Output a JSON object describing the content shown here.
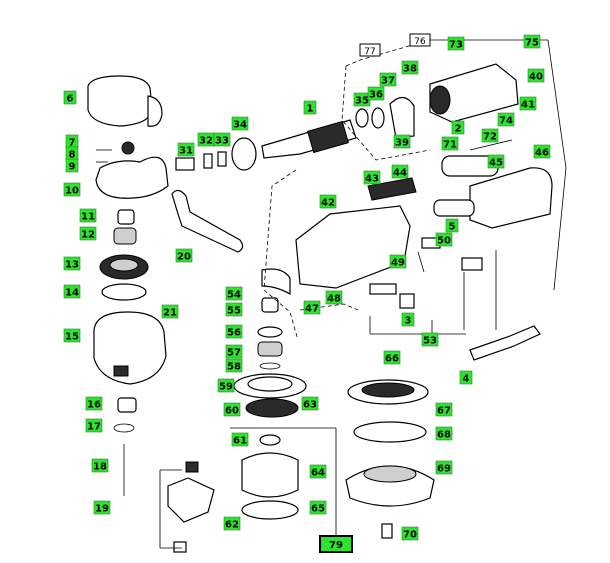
{
  "callouts": [
    {
      "id": "6",
      "label": "6"
    },
    {
      "id": "7",
      "label": "7"
    },
    {
      "id": "8",
      "label": "8"
    },
    {
      "id": "9",
      "label": "9"
    },
    {
      "id": "10",
      "label": "10"
    },
    {
      "id": "11",
      "label": "11"
    },
    {
      "id": "12",
      "label": "12"
    },
    {
      "id": "13",
      "label": "13"
    },
    {
      "id": "14",
      "label": "14"
    },
    {
      "id": "15",
      "label": "15"
    },
    {
      "id": "16",
      "label": "16"
    },
    {
      "id": "17",
      "label": "17"
    },
    {
      "id": "18",
      "label": "18"
    },
    {
      "id": "19",
      "label": "19"
    },
    {
      "id": "20",
      "label": "20"
    },
    {
      "id": "21",
      "label": "21"
    },
    {
      "id": "31",
      "label": "31"
    },
    {
      "id": "32",
      "label": "32"
    },
    {
      "id": "33",
      "label": "33"
    },
    {
      "id": "34",
      "label": "34"
    },
    {
      "id": "1",
      "label": "1"
    },
    {
      "id": "35",
      "label": "35"
    },
    {
      "id": "36",
      "label": "36"
    },
    {
      "id": "37",
      "label": "37"
    },
    {
      "id": "38",
      "label": "38"
    },
    {
      "id": "39",
      "label": "39"
    },
    {
      "id": "73",
      "label": "73"
    },
    {
      "id": "75",
      "label": "75"
    },
    {
      "id": "40",
      "label": "40"
    },
    {
      "id": "41",
      "label": "41"
    },
    {
      "id": "74",
      "label": "74"
    },
    {
      "id": "2",
      "label": "2"
    },
    {
      "id": "72",
      "label": "72"
    },
    {
      "id": "71",
      "label": "71"
    },
    {
      "id": "46",
      "label": "46"
    },
    {
      "id": "45",
      "label": "45"
    },
    {
      "id": "43",
      "label": "43"
    },
    {
      "id": "44",
      "label": "44"
    },
    {
      "id": "42",
      "label": "42"
    },
    {
      "id": "5",
      "label": "5"
    },
    {
      "id": "50",
      "label": "50"
    },
    {
      "id": "49",
      "label": "49"
    },
    {
      "id": "48",
      "label": "48"
    },
    {
      "id": "47",
      "label": "47"
    },
    {
      "id": "3",
      "label": "3"
    },
    {
      "id": "53",
      "label": "53"
    },
    {
      "id": "4",
      "label": "4"
    },
    {
      "id": "54",
      "label": "54"
    },
    {
      "id": "55",
      "label": "55"
    },
    {
      "id": "56",
      "label": "56"
    },
    {
      "id": "57",
      "label": "57"
    },
    {
      "id": "58",
      "label": "58"
    },
    {
      "id": "59",
      "label": "59"
    },
    {
      "id": "60",
      "label": "60"
    },
    {
      "id": "63",
      "label": "63"
    },
    {
      "id": "61",
      "label": "61"
    },
    {
      "id": "64",
      "label": "64"
    },
    {
      "id": "62",
      "label": "62"
    },
    {
      "id": "65",
      "label": "65"
    },
    {
      "id": "66",
      "label": "66"
    },
    {
      "id": "67",
      "label": "67"
    },
    {
      "id": "68",
      "label": "68"
    },
    {
      "id": "69",
      "label": "69"
    },
    {
      "id": "70",
      "label": "70"
    }
  ],
  "boxed_labels": {
    "ref77": "77",
    "ref76": "76",
    "ref79": "79"
  }
}
